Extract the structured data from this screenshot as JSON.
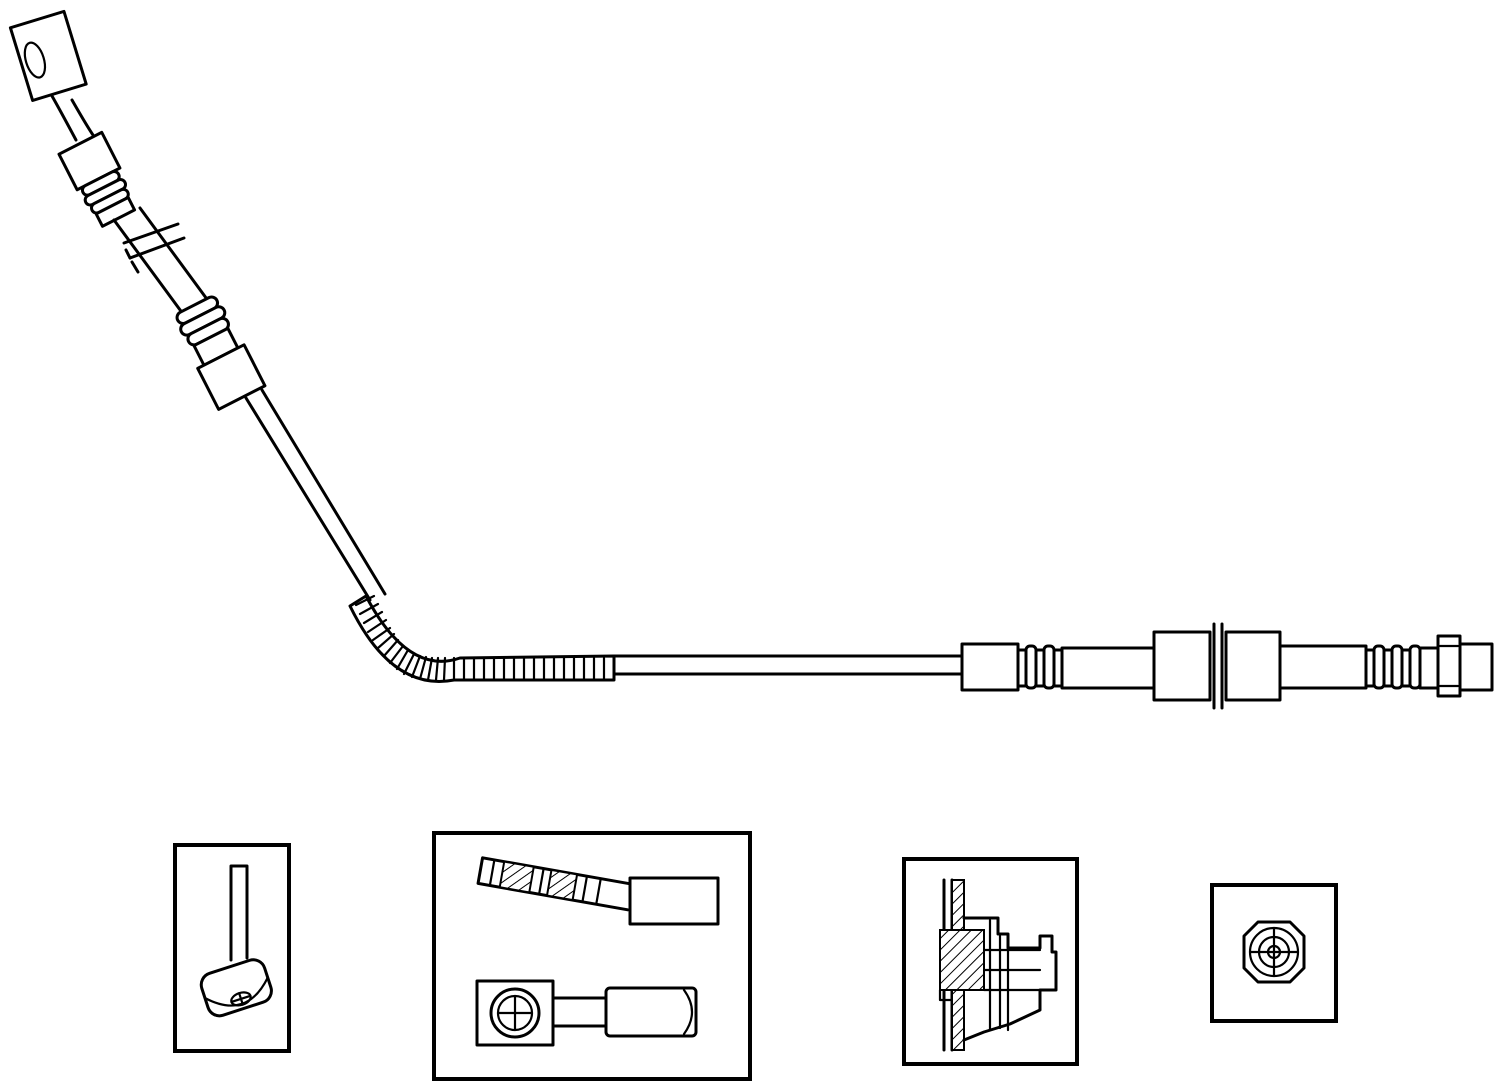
{
  "diagram": {
    "type": "technical-line-drawing",
    "subject": "brake-hose-assembly",
    "colors": {
      "line": "#000000",
      "background": "#ffffff"
    },
    "detail_views": [
      {
        "id": "detail-eye-connector"
      },
      {
        "id": "detail-sleeve-connectors"
      },
      {
        "id": "detail-bracket-section"
      },
      {
        "id": "detail-fitting-end-view"
      }
    ]
  }
}
